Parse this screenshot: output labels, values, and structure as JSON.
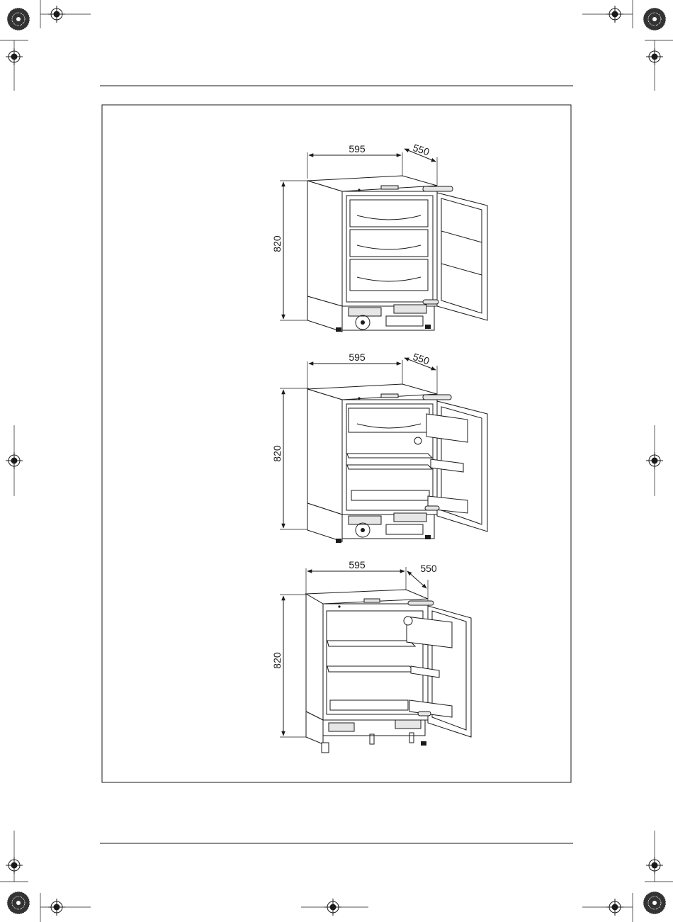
{
  "diagrams": [
    {
      "id": "freezer",
      "width": "595",
      "depth": "550",
      "height": "820"
    },
    {
      "id": "fridge-freezer-compartment",
      "width": "595",
      "depth": "550",
      "height": "820"
    },
    {
      "id": "larder-fridge",
      "width": "595",
      "depth": "550",
      "height": "820"
    }
  ],
  "colors": {
    "ink": "#1a1a1a",
    "paper": "#ffffff"
  }
}
